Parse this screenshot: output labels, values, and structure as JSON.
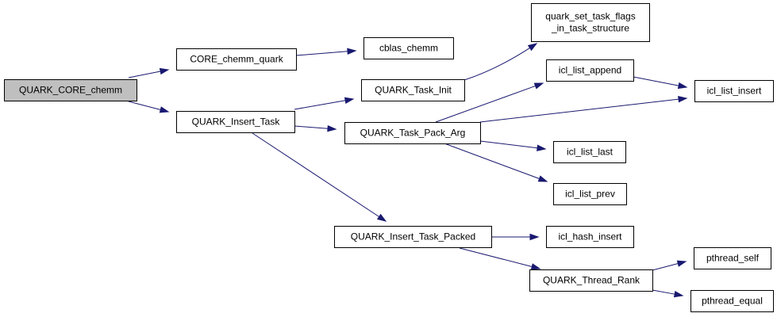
{
  "diagram": {
    "type": "call-graph",
    "edge_color": "#191970",
    "root_fill": "#bfbfbf",
    "nodes": [
      {
        "id": "QUARK_CORE_chemm",
        "lines": [
          "QUARK_CORE_chemm"
        ],
        "root": true
      },
      {
        "id": "CORE_chemm_quark",
        "lines": [
          "CORE_chemm_quark"
        ]
      },
      {
        "id": "cblas_chemm",
        "lines": [
          "cblas_chemm"
        ]
      },
      {
        "id": "quark_set_task_flags_in_task_structure",
        "lines": [
          "quark_set_task_flags",
          "_in_task_structure"
        ]
      },
      {
        "id": "QUARK_Insert_Task",
        "lines": [
          "QUARK_Insert_Task"
        ]
      },
      {
        "id": "QUARK_Task_Init",
        "lines": [
          "QUARK_Task_Init"
        ]
      },
      {
        "id": "icl_list_append",
        "lines": [
          "icl_list_append"
        ]
      },
      {
        "id": "icl_list_insert",
        "lines": [
          "icl_list_insert"
        ]
      },
      {
        "id": "QUARK_Task_Pack_Arg",
        "lines": [
          "QUARK_Task_Pack_Arg"
        ]
      },
      {
        "id": "icl_list_last",
        "lines": [
          "icl_list_last"
        ]
      },
      {
        "id": "icl_list_prev",
        "lines": [
          "icl_list_prev"
        ]
      },
      {
        "id": "QUARK_Insert_Task_Packed",
        "lines": [
          "QUARK_Insert_Task_Packed"
        ]
      },
      {
        "id": "icl_hash_insert",
        "lines": [
          "icl_hash_insert"
        ]
      },
      {
        "id": "QUARK_Thread_Rank",
        "lines": [
          "QUARK_Thread_Rank"
        ]
      },
      {
        "id": "pthread_self",
        "lines": [
          "pthread_self"
        ]
      },
      {
        "id": "pthread_equal",
        "lines": [
          "pthread_equal"
        ]
      }
    ],
    "edges": [
      {
        "from": "QUARK_CORE_chemm",
        "to": "CORE_chemm_quark"
      },
      {
        "from": "QUARK_CORE_chemm",
        "to": "QUARK_Insert_Task"
      },
      {
        "from": "CORE_chemm_quark",
        "to": "cblas_chemm"
      },
      {
        "from": "QUARK_Insert_Task",
        "to": "QUARK_Task_Init"
      },
      {
        "from": "QUARK_Insert_Task",
        "to": "QUARK_Task_Pack_Arg"
      },
      {
        "from": "QUARK_Insert_Task",
        "to": "QUARK_Insert_Task_Packed"
      },
      {
        "from": "QUARK_Task_Init",
        "to": "quark_set_task_flags_in_task_structure"
      },
      {
        "from": "QUARK_Task_Pack_Arg",
        "to": "icl_list_append"
      },
      {
        "from": "QUARK_Task_Pack_Arg",
        "to": "icl_list_insert"
      },
      {
        "from": "QUARK_Task_Pack_Arg",
        "to": "icl_list_last"
      },
      {
        "from": "QUARK_Task_Pack_Arg",
        "to": "icl_list_prev"
      },
      {
        "from": "icl_list_append",
        "to": "icl_list_insert"
      },
      {
        "from": "QUARK_Insert_Task_Packed",
        "to": "icl_hash_insert"
      },
      {
        "from": "QUARK_Insert_Task_Packed",
        "to": "QUARK_Thread_Rank"
      },
      {
        "from": "QUARK_Thread_Rank",
        "to": "pthread_self"
      },
      {
        "from": "QUARK_Thread_Rank",
        "to": "pthread_equal"
      }
    ]
  }
}
